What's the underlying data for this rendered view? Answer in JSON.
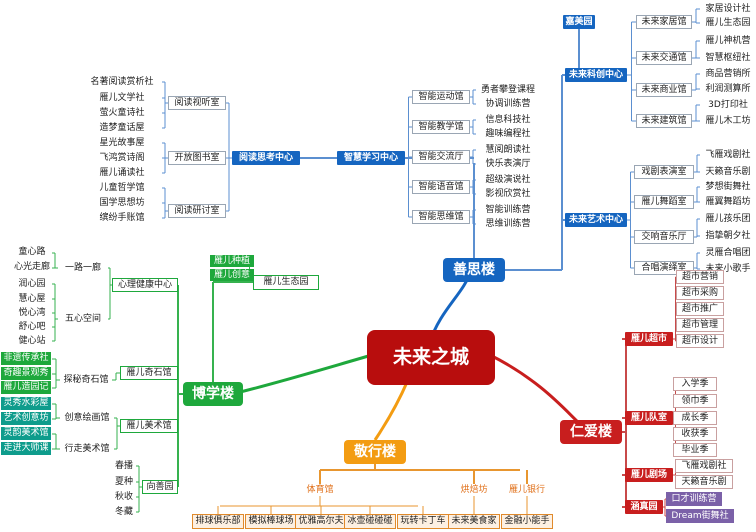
{
  "center": "未来之城",
  "north": {
    "hub": "善思楼",
    "smart": {
      "label": "智慧学习中心",
      "groups": [
        {
          "label": "智能运动馆",
          "items": [
            "勇者攀登课程",
            "协调训练营"
          ]
        },
        {
          "label": "智能教学馆",
          "items": [
            "信息科技社",
            "趣味编程社"
          ]
        },
        {
          "label": "智能交流厅",
          "items": [
            "慧阅朗读社",
            "快乐表演厅"
          ]
        },
        {
          "label": "智能语音馆",
          "items": [
            "超级演说社",
            "影视欣赏社"
          ]
        },
        {
          "label": "智能思维馆",
          "items": [
            "智能训练营",
            "思维训练营"
          ]
        }
      ]
    },
    "reading": {
      "label": "阅读思考中心",
      "groups": [
        {
          "label": "阅读视听室",
          "items": [
            "名著阅读赏析社",
            "雁儿文学社",
            "萤火童诗社",
            "造梦童话屋"
          ]
        },
        {
          "label": "开放图书室",
          "items": [
            "星光故事屋",
            "飞鸿赏诗阁",
            "雁儿诵读社"
          ]
        },
        {
          "label": "阅读研讨室",
          "items": [
            "儿童哲学馆",
            "国学思想坊",
            "缤纷手账馆"
          ]
        }
      ]
    },
    "innovation": {
      "label": "未来科创中心",
      "top_label": "嘉美园",
      "groups": [
        {
          "label": "未来家居馆",
          "items": [
            "家居设计社",
            "雁儿生态园"
          ]
        },
        {
          "label": "未来交通馆",
          "items": [
            "雁儿神机营",
            "智慧枢纽社"
          ]
        },
        {
          "label": "未来商业馆",
          "items": [
            "商品营销所",
            "利润测算所"
          ]
        },
        {
          "label": "未来建筑馆",
          "items": [
            "3D打印社",
            "雁儿木工坊"
          ]
        }
      ]
    },
    "arts": {
      "label": "未来艺术中心",
      "groups": [
        {
          "label": "戏剧表演室",
          "items": [
            "飞雁戏剧社",
            "天籁音乐剧"
          ]
        },
        {
          "label": "雁儿舞蹈室",
          "items": [
            "梦想街舞社",
            "雁翼舞蹈坊"
          ]
        },
        {
          "label": "交响音乐厅",
          "items": [
            "雁儿孩乐团",
            "指挚朝夕社"
          ]
        },
        {
          "label": "合唱演绎室",
          "items": [
            "灵雁合唱团",
            "未来小歌手"
          ]
        }
      ]
    }
  },
  "west": {
    "hub": "博学楼",
    "eco": {
      "label": "雁儿生态园",
      "items": [
        "雁儿种植",
        "雁儿创意"
      ]
    },
    "mental": {
      "label": "心理健康中心",
      "groups": [
        {
          "label": "一路一廊",
          "items": [
            "童心路",
            "心光走廊"
          ]
        },
        {
          "label": "五心空间",
          "items": [
            "润心园",
            "慧心屋",
            "悦心湾",
            "舒心吧",
            "健心站"
          ]
        }
      ]
    },
    "stone": {
      "label": "雁儿奇石馆",
      "group": "探秘奇石馆",
      "items": [
        "非遗传承社",
        "奇趣景观秀",
        "雁儿造园记"
      ]
    },
    "art": {
      "label": "雁儿美术馆",
      "groups": [
        {
          "label": "创意绘画馆",
          "items": [
            "灵秀水彩屋",
            "艺术创意坊"
          ]
        },
        {
          "label": "行走美术馆",
          "items": [
            "灵韵美术馆",
            "走进大师课"
          ]
        }
      ]
    },
    "seasons": {
      "label": "向善园",
      "items": [
        "春播",
        "夏种",
        "秋收",
        "冬藏"
      ]
    }
  },
  "south": {
    "hub": "敬行楼",
    "groups": [
      {
        "label": "体育馆",
        "items": [
          "排球俱乐部",
          "模拟棒球场",
          "优雅高尔夫",
          "冰壶碰碰碰",
          "玩转卡丁车"
        ]
      },
      {
        "label": "烘焙坊",
        "items": [
          "未来美食家"
        ]
      },
      {
        "label": "雁儿银行",
        "items": [
          "金融小能手"
        ]
      }
    ]
  },
  "east": {
    "hub": "仁爱楼",
    "market": {
      "label": "雁儿超市",
      "items": [
        "超市营销",
        "超市采购",
        "超市推广",
        "超市管理",
        "超市设计"
      ]
    },
    "team": {
      "label": "雁儿队室",
      "items": [
        "入学季",
        "领巾季",
        "成长季",
        "收获季",
        "毕业季"
      ]
    },
    "theatre": {
      "label": "雁儿剧场",
      "items": [
        "飞雁戏剧社",
        "天籁音乐剧"
      ]
    },
    "hanzhen": {
      "label": "涵真园",
      "items": [
        "口才训练营",
        "Dream街舞社"
      ]
    }
  }
}
